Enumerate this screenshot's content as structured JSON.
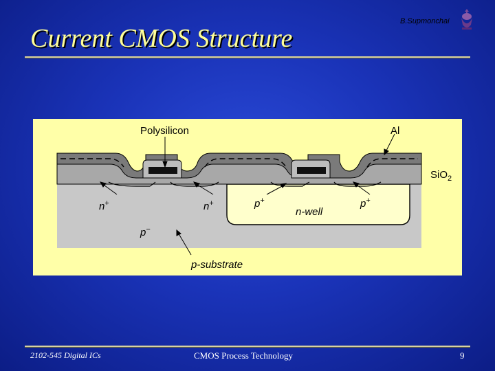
{
  "slide": {
    "title": "Current CMOS Structure",
    "author": "B.Supmonchai",
    "footer_left": "2102-545 Digital ICs",
    "footer_center": "CMOS Process Technology",
    "page_number": "9"
  },
  "diagram": {
    "labels": {
      "polysilicon": "Polysilicon",
      "al": "Al",
      "sio2": "SiO",
      "sio2_sub": "2",
      "n_plus_left": "n",
      "n_plus_right": "n",
      "plus": "+",
      "p_plus_left": "p",
      "p_plus_right": "p",
      "n_well": "n-well",
      "p_minus": "p",
      "minus": "−",
      "p_substrate": "p-substrate"
    }
  },
  "colors": {
    "background": "#1a33b8",
    "title": "#ffff99",
    "diagram_bg": "#ffffa8",
    "substrate": "#c8c8c8",
    "oxide_dark": "#7a7a7a",
    "oxide_light": "#a8a8a8",
    "nwell": "#ffffcc"
  }
}
